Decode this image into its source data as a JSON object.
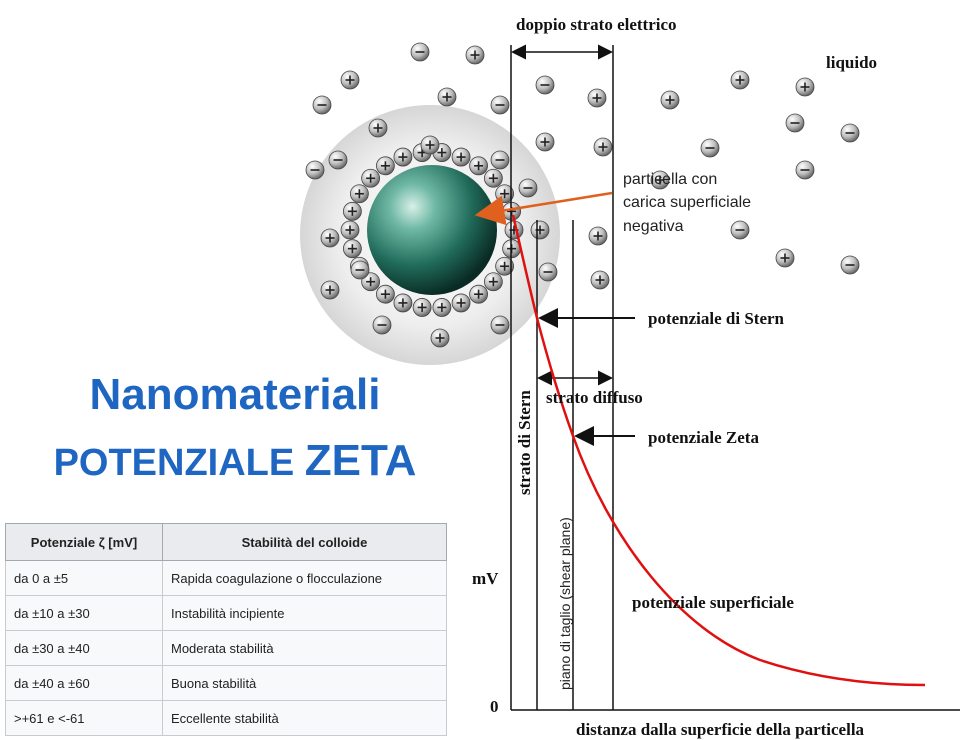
{
  "labels": {
    "double_layer": "doppio strato elettrico",
    "liquid": "liquido",
    "particle_line1": "particella con",
    "particle_line2": "carica superficiale",
    "particle_line3": "negativa",
    "stern_potential": "potenziale di Stern",
    "diffuse_layer": "strato diffuso",
    "zeta_potential": "potenziale Zeta",
    "stern_layer": "strato di Stern",
    "shear_plane": "piano di taglio (shear plane)",
    "surface_potential": "potenziale superficiale",
    "y_axis": "mV",
    "origin": "0",
    "x_axis": "distanza dalla superficie della particella"
  },
  "title": {
    "line1": "Nanomateriali",
    "line2_prefix": "POTENZIALE ",
    "line2_suffix": "ZETA"
  },
  "colors": {
    "title": "#1f66c2",
    "curve": "#e01010",
    "arrow": "#e06020",
    "particle": "#2f8f7c"
  },
  "table": {
    "headers": [
      "Potenziale ζ [mV]",
      "Stabilità del colloide"
    ],
    "rows": [
      [
        "da 0 a ±5",
        "Rapida coagulazione o flocculazione"
      ],
      [
        "da ±10 a ±30",
        "Instabilità incipiente"
      ],
      [
        "da ±30 a ±40",
        "Moderata stabilità"
      ],
      [
        "da ±40 a ±60",
        "Buona stabilità"
      ],
      [
        ">+61 e <-61",
        "Eccellente stabilità"
      ]
    ]
  }
}
